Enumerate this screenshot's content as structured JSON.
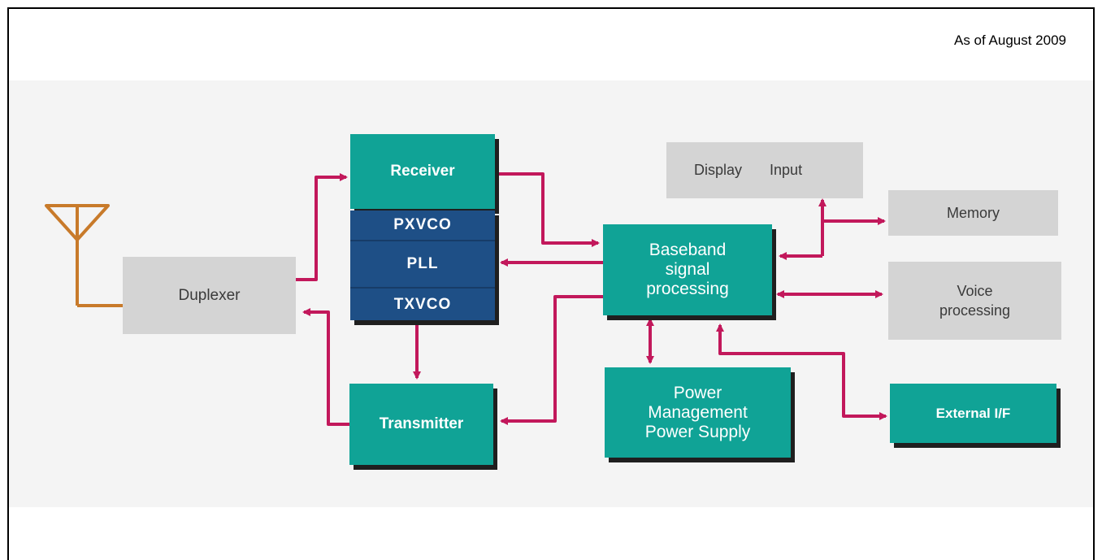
{
  "note": "As of August 2009",
  "blocks": {
    "duplexer": "Duplexer",
    "receiver": "Receiver",
    "pxvco": "PXVCO",
    "pll": "PLL",
    "txvco": "TXVCO",
    "transmitter": "Transmitter",
    "baseband": "Baseband\nsignal\nprocessing",
    "power": "Power\nManagement\nPower Supply",
    "display": "Display",
    "input": "Input",
    "memory": "Memory",
    "voice": "Voice\nprocessing",
    "external": "External I/F"
  },
  "colors": {
    "teal_block": "#10a396",
    "navy_block": "#1e4f86",
    "gray_block": "#d4d4d4",
    "arrow": "#c2185b",
    "antenna": "#c87a2a"
  },
  "icons": {
    "antenna": "antenna-icon"
  }
}
